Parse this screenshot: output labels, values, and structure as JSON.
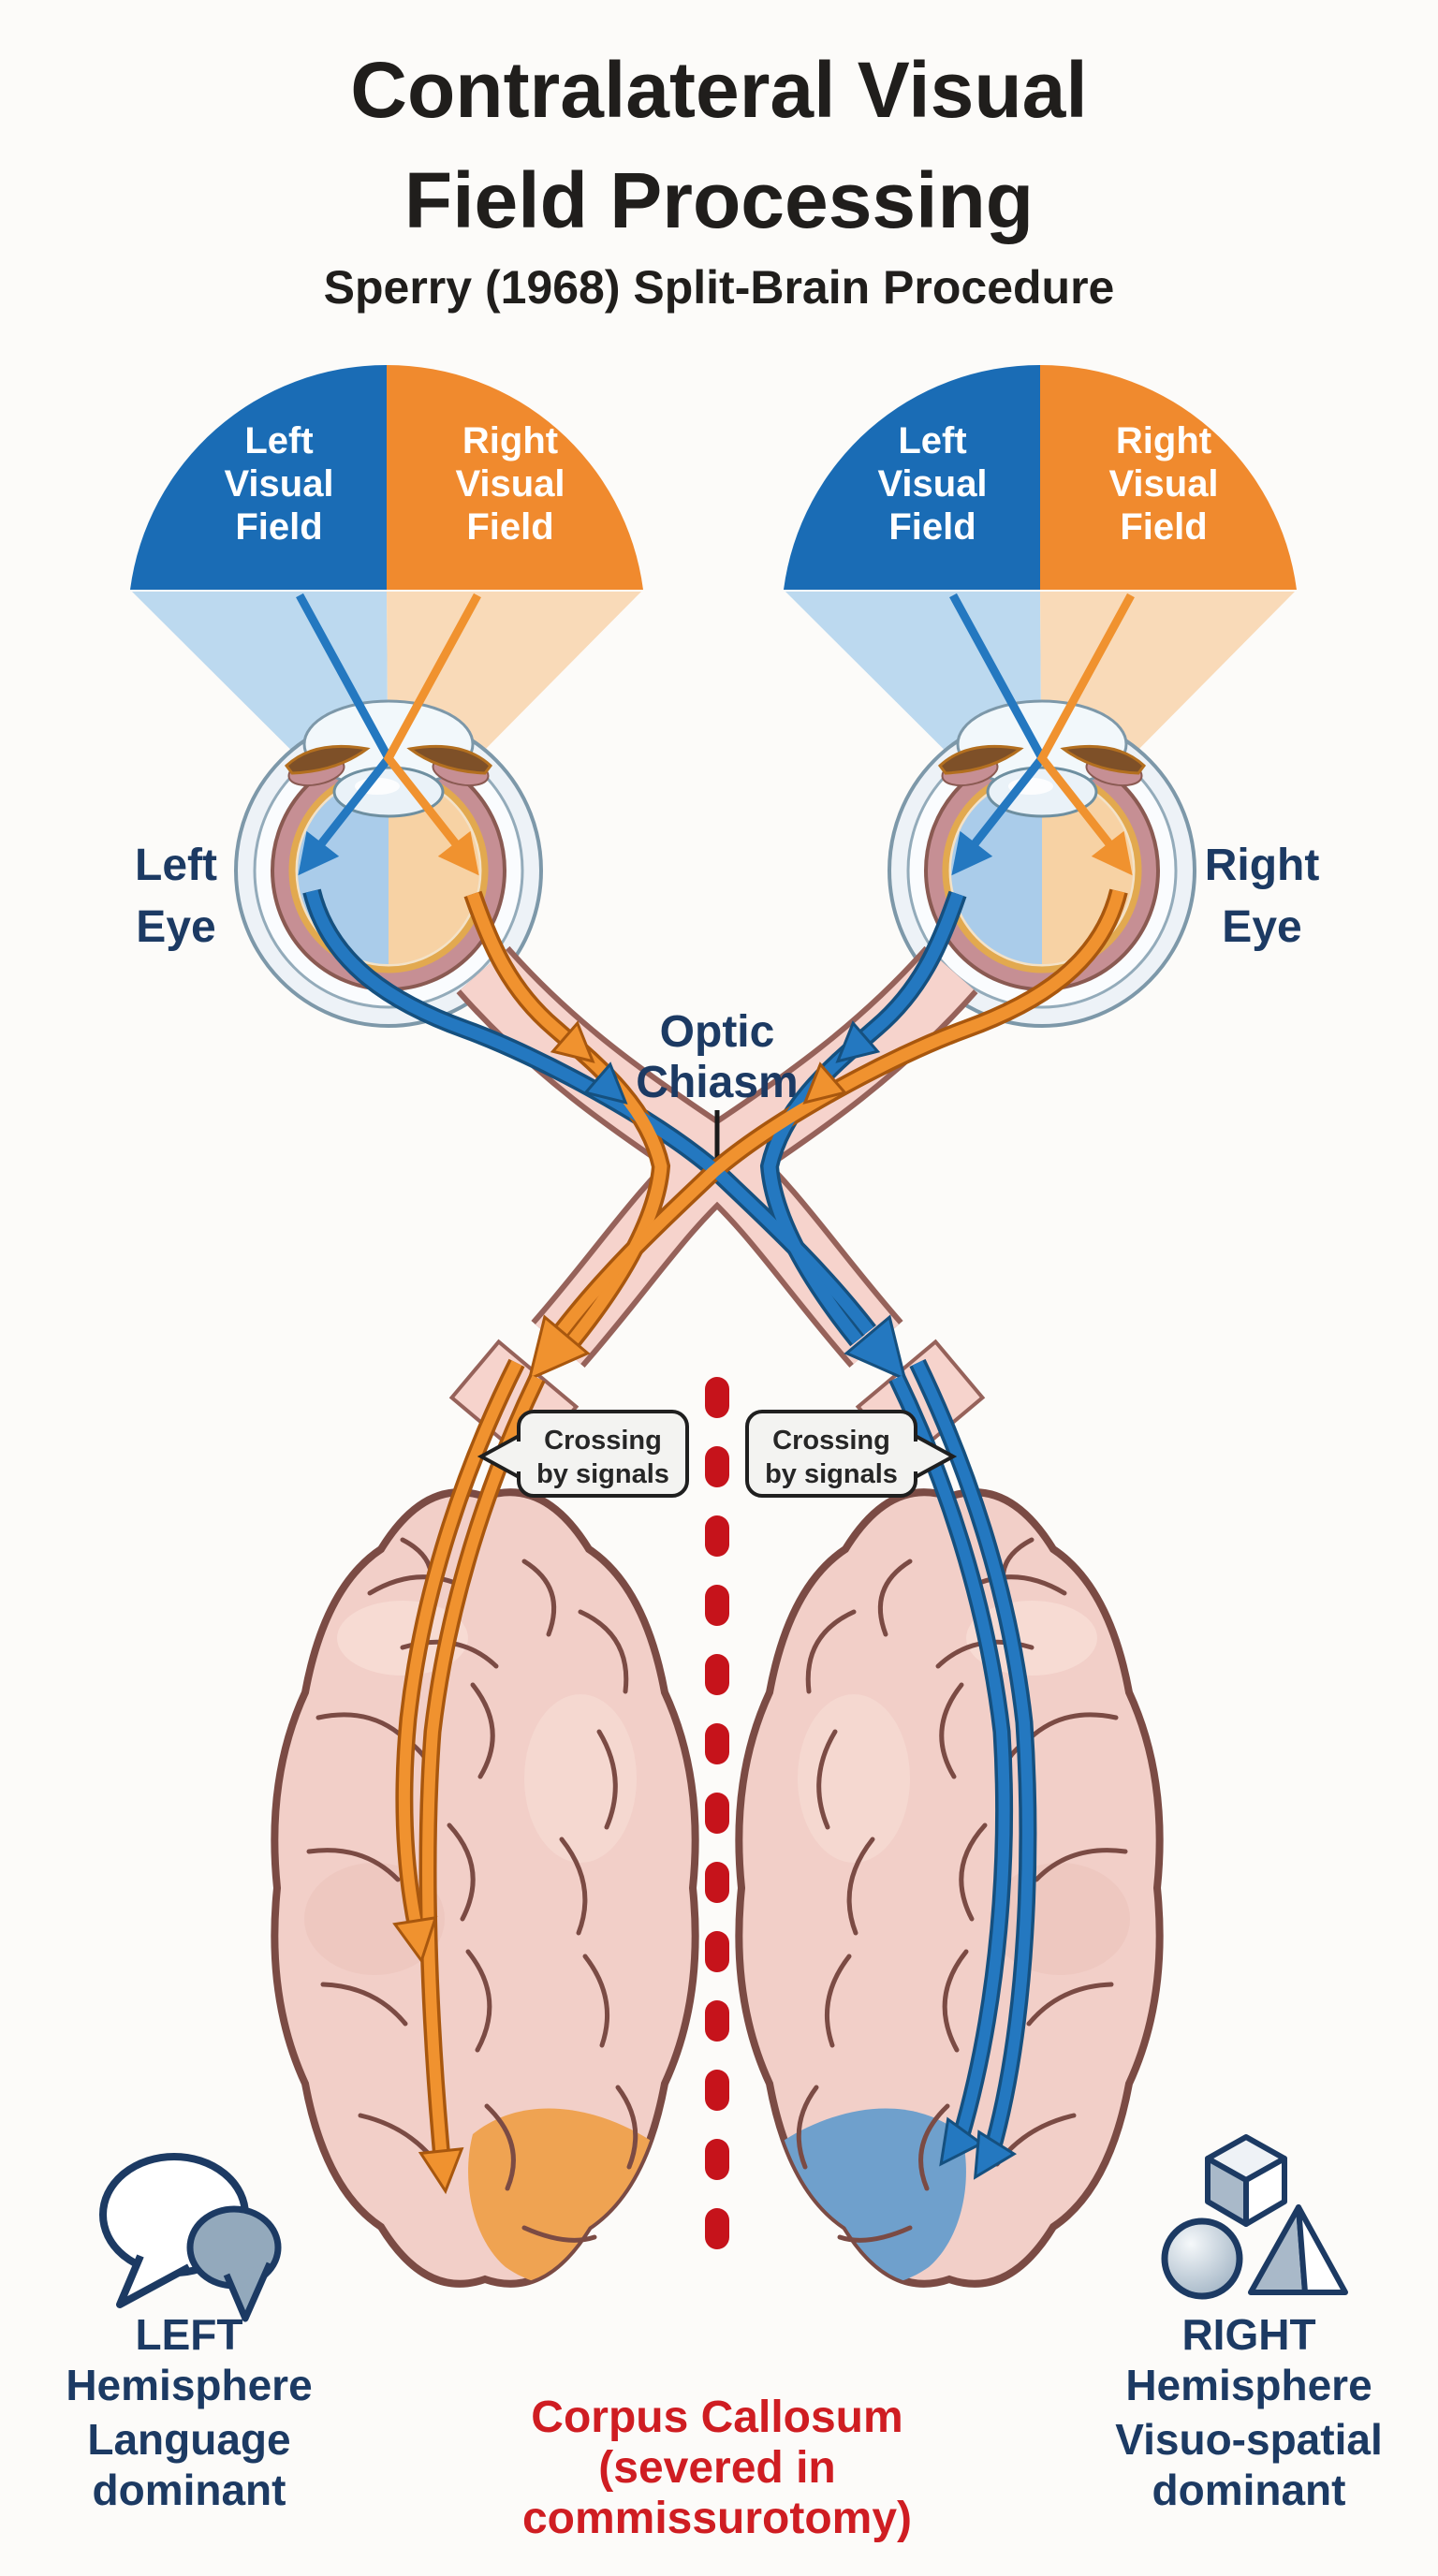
{
  "title": {
    "line1": "Contralateral Visual",
    "line2": "Field Processing",
    "subtitle": "Sperry (1968) Split-Brain Procedure"
  },
  "visual_fields": {
    "left": [
      "Left",
      "Visual",
      "Field"
    ],
    "right": [
      "Right",
      "Visual",
      "Field"
    ]
  },
  "eye_labels": {
    "left": [
      "Left",
      "Eye"
    ],
    "right": [
      "Right",
      "Eye"
    ]
  },
  "optic_chiasm_label": [
    "Optic",
    "Chiasm"
  ],
  "crossing_callout": [
    "Crossing",
    "by signals"
  ],
  "corpus_callosum_label": [
    "Corpus Callosum",
    "(severed in",
    "commissurotomy)"
  ],
  "hemisphere_labels": {
    "left": [
      "LEFT",
      "Hemisphere",
      "Language",
      "dominant"
    ],
    "right": [
      "RIGHT",
      "Hemisphere",
      "Visuo-spatial",
      "dominant"
    ]
  },
  "icons": {
    "left": "speech-bubbles-icon",
    "right": "cube-sphere-pyramid-icon"
  },
  "colors": {
    "field_blue": "#1a6cb5",
    "field_orange": "#f08a2e",
    "cone_light_blue": "#bcd9ef",
    "cone_light_orange": "#f9dab8",
    "arrow_blue": "#2478c0",
    "arrow_orange": "#f0922f",
    "nerve_pink": "#f6d3cc",
    "nerve_outline": "#96625a",
    "brain_pink": "#f2cfc8",
    "brain_outline": "#7b4b44",
    "occipital_orange": "#efa352",
    "occipital_blue": "#6fa0cc",
    "callosum_red": "#c6131b",
    "corpus_text_red": "#cf1d22",
    "navy_text": "#1c3a63"
  }
}
